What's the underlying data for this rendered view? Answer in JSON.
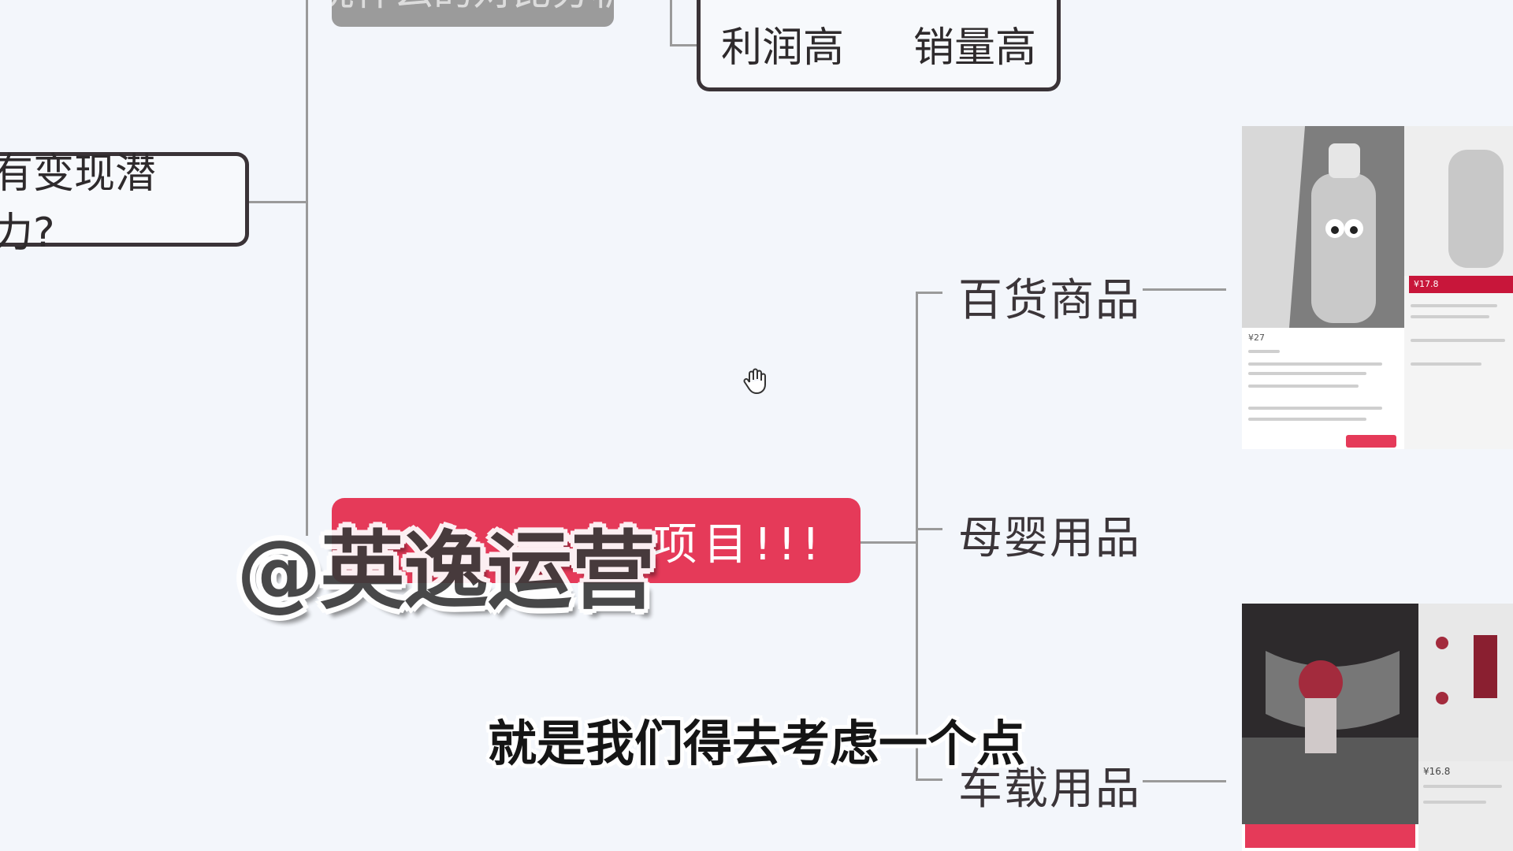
{
  "mindmap": {
    "top_node_partial": "说什么的对比分析",
    "profit_label": "利润高",
    "sales_label": "销量高",
    "question_node": "有变现潜力?",
    "red_node": "项目!!!",
    "branches": [
      {
        "label": "百货商品"
      },
      {
        "label": "母婴用品"
      },
      {
        "label": "车载用品"
      }
    ]
  },
  "products": {
    "cup_price": "¥27",
    "cup_price_right": "¥17.8",
    "car_price": "¥16.8"
  },
  "overlay": {
    "watermark": "@英逸运营",
    "subtitle": "就是我们得去考虑一个点"
  },
  "colors": {
    "accent_red": "#e53a59",
    "node_border": "#3a3337",
    "background": "#f3f6fb"
  },
  "icons": {
    "cursor": "hand-cursor-icon"
  }
}
